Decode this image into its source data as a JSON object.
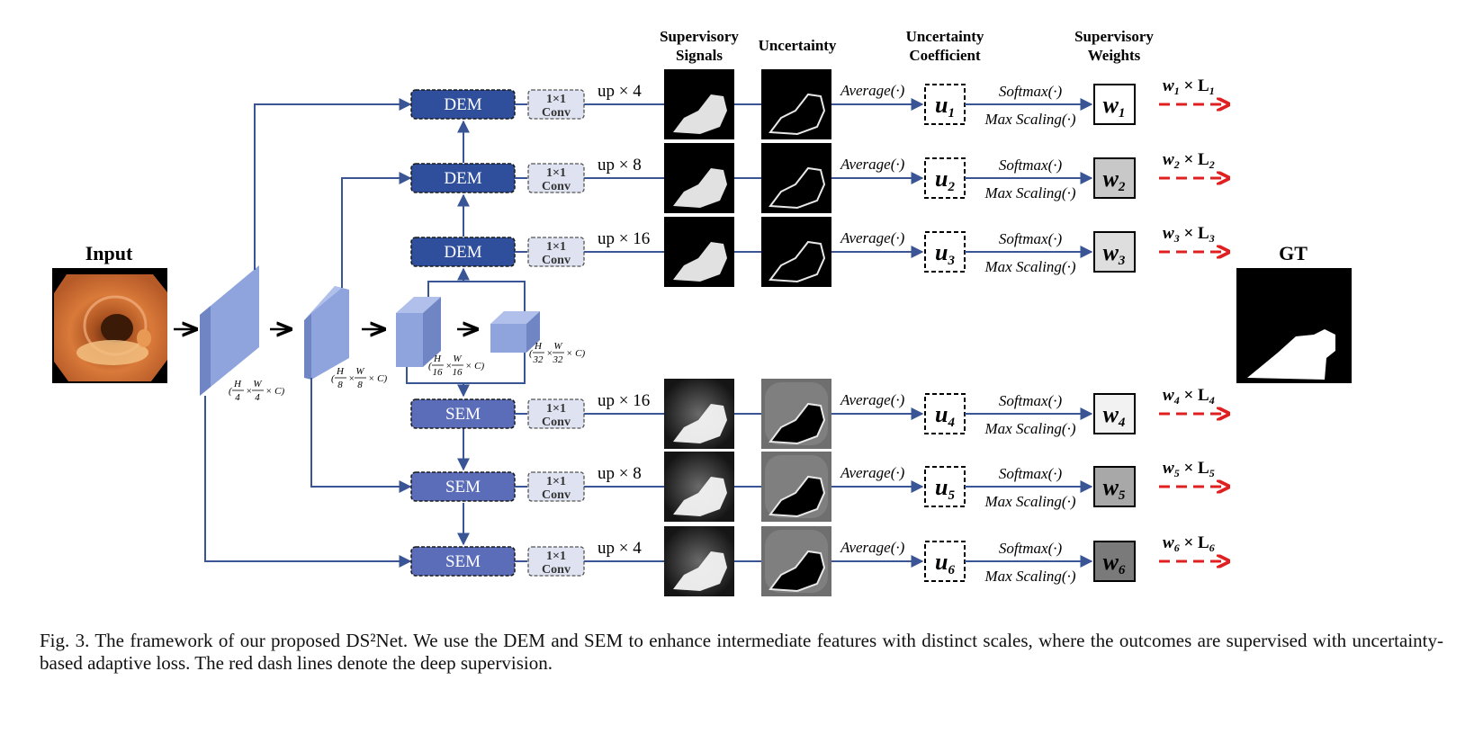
{
  "input_label": "Input",
  "gt_label": "GT",
  "headers": {
    "supervisory_signals": [
      "Supervisory",
      "Signals"
    ],
    "uncertainty": "Uncertainty",
    "uncertainty_coefficient": [
      "Uncertainty",
      "Coefficient"
    ],
    "supervisory_weights": [
      "Supervisory",
      "Weights"
    ]
  },
  "encoder_dims": [
    {
      "num": "H",
      "den": "4"
    },
    {
      "num": "H",
      "den": "8"
    },
    {
      "num": "H",
      "den": "16"
    },
    {
      "num": "H",
      "den": "32"
    }
  ],
  "conv_label": [
    "1×1",
    "Conv"
  ],
  "average_label": "Average(·)",
  "softmax_label": "Softmax(·)",
  "maxscaling_label": "Max Scaling(·)",
  "rows": [
    {
      "module": "DEM",
      "up": "up × 4",
      "u": "u",
      "idx": "1",
      "w_fill": "#ffffff"
    },
    {
      "module": "DEM",
      "up": "up × 8",
      "u": "u",
      "idx": "2",
      "w_fill": "#c8c8c8"
    },
    {
      "module": "DEM",
      "up": "up × 16",
      "u": "u",
      "idx": "3",
      "w_fill": "#dedede"
    },
    {
      "module": "SEM",
      "up": "up × 16",
      "u": "u",
      "idx": "4",
      "w_fill": "#f2f2f2"
    },
    {
      "module": "SEM",
      "up": "up × 8",
      "u": "u",
      "idx": "5",
      "w_fill": "#a8a8a8"
    },
    {
      "module": "SEM",
      "up": "up × 4",
      "u": "u",
      "idx": "6",
      "w_fill": "#7a7a7a"
    }
  ],
  "colors": {
    "dem": "#2f4f9c",
    "sem": "#5b6db8",
    "arrow": "#3a5596",
    "conv_fill": "#dfe3f1",
    "loss_arrow": "#e02020",
    "block_front": "#8fa4dc",
    "block_side": "#7086c4",
    "block_top": "#b0c0ea"
  },
  "caption": "Fig. 3.  The framework of our proposed DS²Net. We use the DEM and SEM to enhance intermediate features with distinct scales, where the outcomes are supervised with uncertainty-based adaptive loss. The red dash lines denote the deep supervision."
}
